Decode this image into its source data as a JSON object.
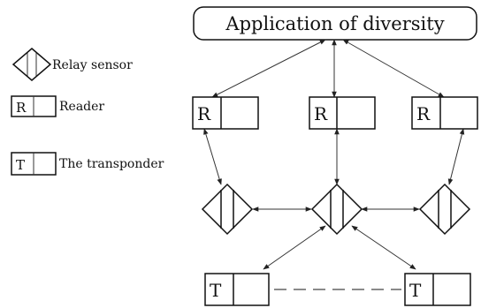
{
  "diagram": {
    "title": "Application of diversity",
    "legend": {
      "relay_sensor": "Relay sensor",
      "reader_symbol": "R",
      "reader": "Reader",
      "transponder_symbol": "T",
      "transponder": "The transponder"
    },
    "nodes": {
      "reader_left": "R",
      "reader_center": "R",
      "reader_right": "R",
      "transponder_left": "T",
      "transponder_right": "T"
    }
  }
}
